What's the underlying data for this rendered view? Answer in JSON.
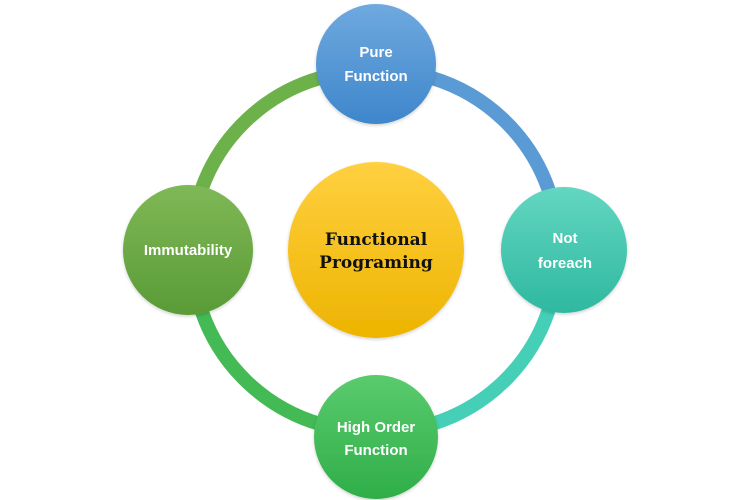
{
  "diagram": {
    "center": {
      "line1": "Functional",
      "line2": "Programing",
      "color": "#FFC000"
    },
    "nodes": {
      "top": {
        "line1": "Pure",
        "line2": "Function",
        "color": "#5B9BD5"
      },
      "right": {
        "line1": "Not",
        "line2": "foreach",
        "color": "#48C9B0"
      },
      "bottom": {
        "line1": "High Order",
        "line2": "Function",
        "color": "#3FBF5A"
      },
      "left": {
        "line1": "Immutability",
        "color": "#70AD47"
      }
    }
  }
}
